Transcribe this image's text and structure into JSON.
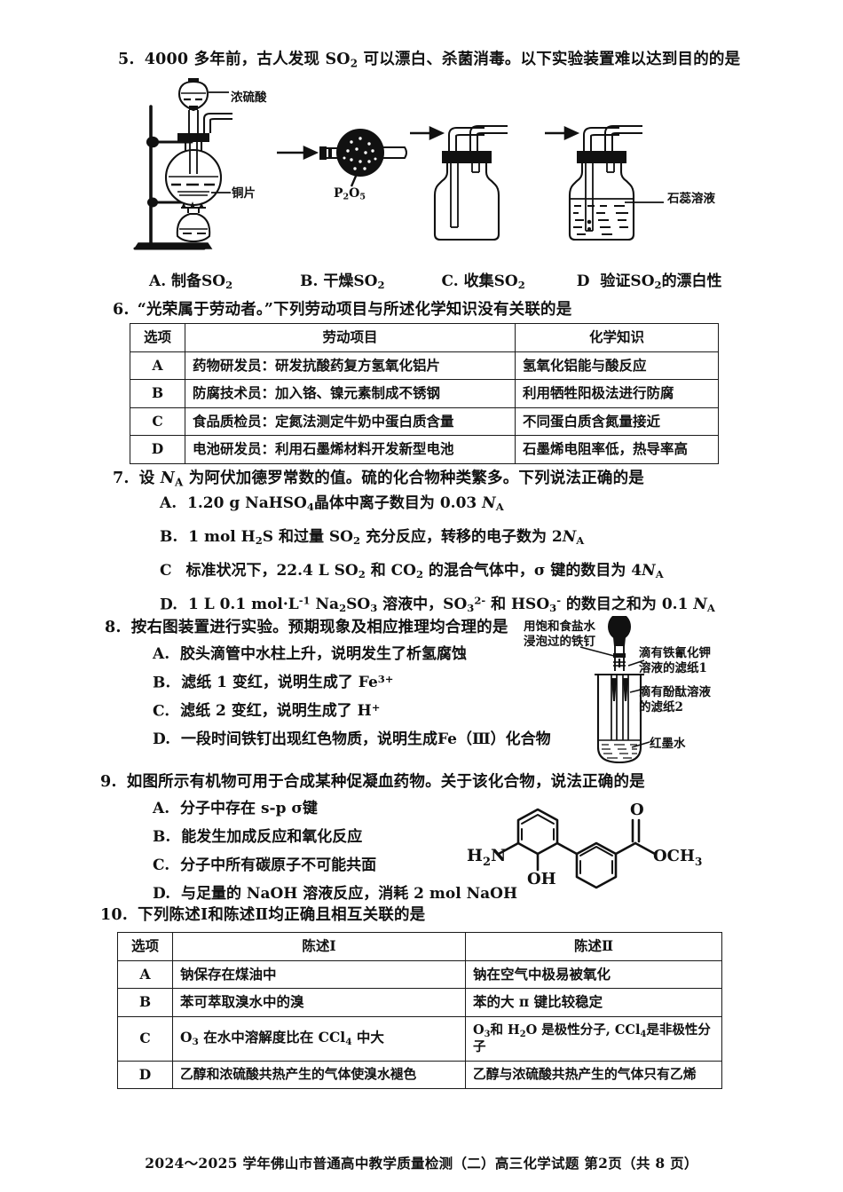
{
  "doc": {
    "footer": "2024～2025 学年佛山市普通高中教学质量检测（二）高三化学试题  第2页（共 8 页）"
  },
  "q5": {
    "stem_num": "5.",
    "stem": "4000 多年前，古人发现 SO₂ 可以漂白、杀菌消毒。以下实验装置难以达到目的的是",
    "stem_parts": {
      "a": "4000 多年前，古人发现 SO",
      "sub": "2",
      "b": " 可以漂白、杀菌消毒。以下实验装置难以达到目的的是"
    },
    "figures": {
      "f1_label_top": "浓硫酸",
      "f1_label_bottom": "铜片",
      "f2_label": "P₂O₅",
      "f2_label_parts": {
        "p": "P",
        "n1": "2",
        "o": "O",
        "n2": "5"
      },
      "f4_label": "石蕊溶液"
    },
    "options": [
      {
        "key": "A.",
        "text_a": "制备SO",
        "sub": "2",
        "text_b": ""
      },
      {
        "key": "B.",
        "text_a": "干燥SO",
        "sub": "2",
        "text_b": ""
      },
      {
        "key": "C.",
        "text_a": "收集SO",
        "sub": "2",
        "text_b": ""
      },
      {
        "key": "D",
        "text_a": "验证SO",
        "sub": "2",
        "text_b": "的漂白性"
      }
    ]
  },
  "q6": {
    "stem_num": "6.",
    "stem": "“光荣属于劳动者。”下列劳动项目与所述化学知识没有关联的是",
    "table": {
      "headers": [
        "选项",
        "劳动项目",
        "化学知识"
      ],
      "rows": [
        {
          "option": "A",
          "task": "药物研发员：研发抗酸药复方氢氧化铝片",
          "knowledge": "氢氧化铝能与酸反应"
        },
        {
          "option": "B",
          "task": "防腐技术员：加入铬、镍元素制成不锈钢",
          "knowledge": "利用牺牲阳极法进行防腐"
        },
        {
          "option": "C",
          "task": "食品质检员：定氮法测定牛奶中蛋白质含量",
          "knowledge": "不同蛋白质含氮量接近"
        },
        {
          "option": "D",
          "task": "电池研发员：利用石墨烯材料开发新型电池",
          "knowledge": "石墨烯电阻率低，热导率高"
        }
      ]
    }
  },
  "q7": {
    "stem_num": "7.",
    "stem_a": "设 ",
    "stem_na": "N",
    "stem_na_sub": "A",
    "stem_b": " 为阿伏加德罗常数的值。硫的化合物种类繁多。下列说法正确的是",
    "options": [
      {
        "key": "A.",
        "html_id": "o7a",
        "text": "1.20 g NaHSO₄晶体中离子数目为 0.03 N_A"
      },
      {
        "key": "B.",
        "html_id": "o7b",
        "text": "1 mol H₂S 和过量 SO₂ 充分反应，转移的电子数为 2N_A"
      },
      {
        "key": "C",
        "html_id": "o7c",
        "text": "标准状况下，22.4 L SO₂ 和 CO₂ 的混合气体中，σ 键的数目为 4N_A"
      },
      {
        "key": "D.",
        "html_id": "o7d",
        "text": "1 L 0.1 mol·L⁻¹ Na₂SO₃ 溶液中，SO₃²⁻ 和 HSO₃⁻ 的数目之和为 0.1 N_A"
      }
    ]
  },
  "q8": {
    "stem_num": "8.",
    "stem": "按右图装置进行实验。预期现象及相应推理均合理的是",
    "options": [
      {
        "key": "A.",
        "text": "胶头滴管中水柱上升，说明发生了析氢腐蚀"
      },
      {
        "key": "B.",
        "text_a": "滤纸 1 变红，说明生成了 Fe",
        "sup": "3+",
        "text_b": ""
      },
      {
        "key": "C.",
        "text_a": "滤纸 2 变红，说明生成了 H",
        "sup": "+",
        "text_b": ""
      },
      {
        "key": "D.",
        "text_a": "一段时间铁钉出现红色物质，说明生成Fe（Ⅲ）化合物",
        "sup": "",
        "text_b": ""
      }
    ],
    "figure_labels": {
      "nail": "用饱和食盐水\n浸泡过的铁钉",
      "paper1": "滴有铁氰化钾\n溶液的滤纸1",
      "paper2": "滴有酚酞溶液\n的滤纸2",
      "ink": "红墨水"
    }
  },
  "q9": {
    "stem_num": "9.",
    "stem": "如图所示有机物可用于合成某种促凝血药物。关于该化合物，说法正确的是",
    "options": [
      {
        "key": "A.",
        "text": "分子中存在 s-p σ键"
      },
      {
        "key": "B.",
        "text": "能发生加成反应和氧化反应"
      },
      {
        "key": "C.",
        "text": "分子中所有碳原子不可能共面"
      },
      {
        "key": "D.",
        "text": "与足量的 NaOH 溶液反应，消耗 2 mol NaOH"
      }
    ],
    "structure_labels": {
      "amine": "H₂N",
      "amine_parts": {
        "h": "H",
        "n2": "2",
        "n": "N"
      },
      "hydroxyl": "OH",
      "carbonyl": "O",
      "ester": "OCH₃",
      "ester_parts": {
        "och": "OCH",
        "n3": "3"
      }
    }
  },
  "q10": {
    "stem_num": "10.",
    "stem": "下列陈述I和陈述Ⅱ均正确且相互关联的是",
    "table": {
      "headers": [
        "选项",
        "陈述I",
        "陈述Ⅱ"
      ],
      "rows": [
        {
          "option": "A",
          "s1": "钠保存在煤油中",
          "s2": "钠在空气中极易被氧化"
        },
        {
          "option": "B",
          "s1": "苯可萃取溴水中的溴",
          "s2": "苯的大 π 键比较稳定"
        },
        {
          "option": "C",
          "s1": "O₃ 在水中溶解度比在 CCl₄ 中大",
          "s2": "O₃和 H₂O 是极性分子, CCl₄是非极性分子"
        },
        {
          "option": "D",
          "s1": "乙醇和浓硫酸共热产生的气体使溴水褪色",
          "s2": "乙醇与浓硫酸共热产生的气体只有乙烯"
        }
      ]
    }
  }
}
